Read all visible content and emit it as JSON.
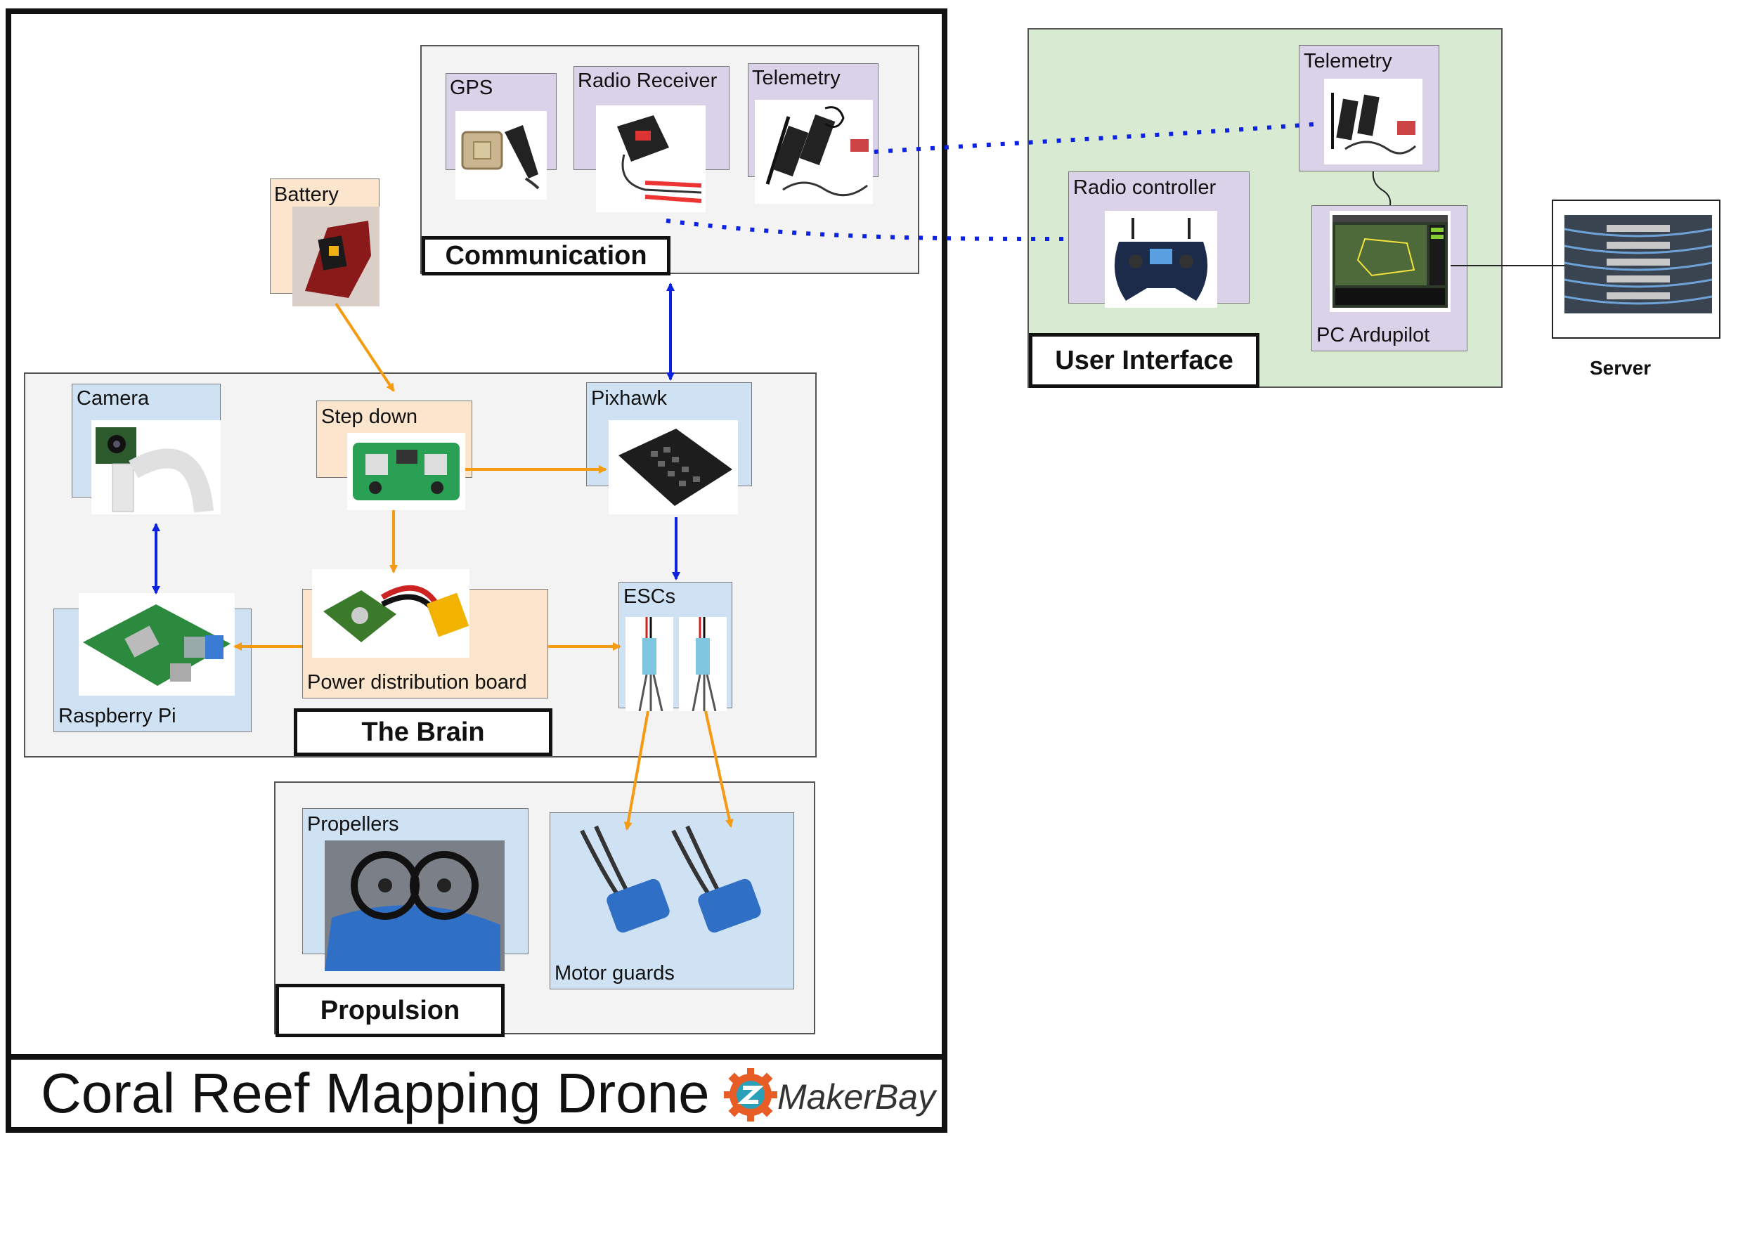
{
  "title": "Coral Reef Mapping Drone",
  "logo_text": "MakerBay",
  "groups": {
    "communication": "Communication",
    "brain": "The Brain",
    "propulsion": "Propulsion",
    "user_interface": "User Interface"
  },
  "components": {
    "gps": "GPS",
    "radio_receiver": "Radio Receiver",
    "telemetry_drone": "Telemetry",
    "battery": "Battery",
    "camera": "Camera",
    "step_down": "Step down",
    "pixhawk": "Pixhawk",
    "raspberry_pi": "Raspberry Pi",
    "power_distribution_board": "Power distribution board",
    "escs": "ESCs",
    "propellers": "Propellers",
    "motor_guards": "Motor guards",
    "telemetry_ui": "Telemetry",
    "radio_controller": "Radio controller",
    "pc_ardupilot": "PC Ardupilot",
    "server": "Server"
  },
  "colors": {
    "power_arrow": "#f59b13",
    "data_arrow": "#0c22e0",
    "wireless_link": "#0c22e0",
    "group_bg": "#f3f3f3",
    "ui_bg": "#d9ead3"
  }
}
